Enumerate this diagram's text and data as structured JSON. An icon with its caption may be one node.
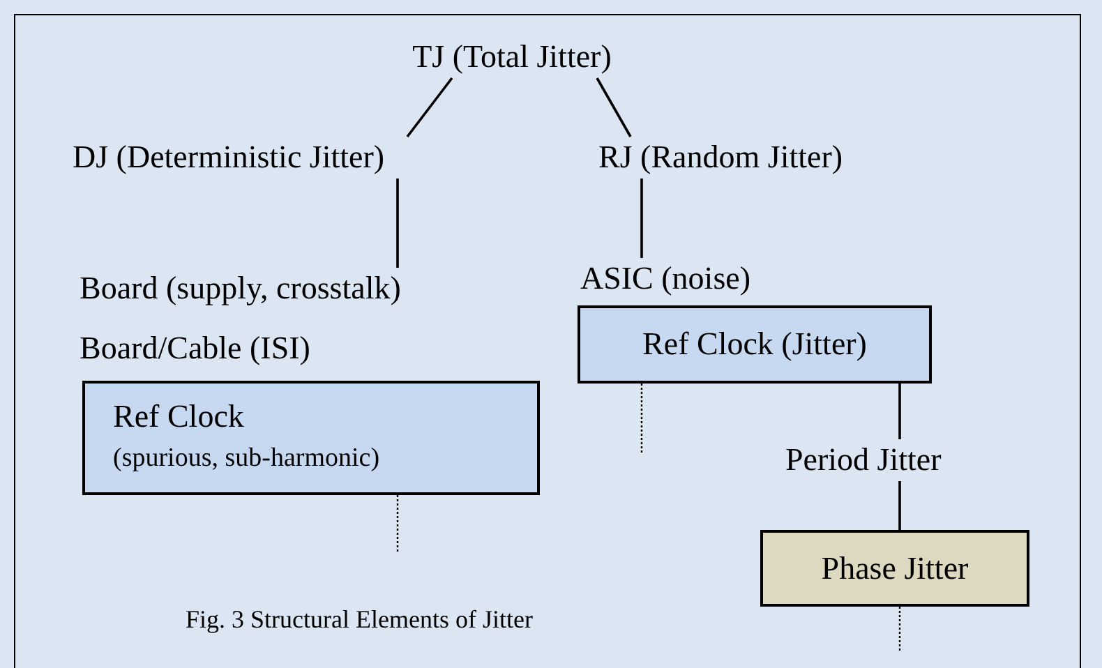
{
  "diagram": {
    "caption": "Fig. 3 Structural Elements of Jitter",
    "nodes": [
      {
        "text": [
          "TJ (Total Jitter)"
        ]
      },
      {
        "text": [
          "DJ (Deterministic Jitter)"
        ]
      },
      {
        "text": [
          "RJ (Random Jitter)"
        ]
      },
      {
        "text": [
          "Board (supply, crosstalk)"
        ]
      },
      {
        "text": [
          "Board/Cable (ISI)"
        ]
      },
      {
        "text": [
          "Ref Clock",
          "(spurious, sub-harmonic)"
        ]
      },
      {
        "text": [
          "ASIC (noise)"
        ]
      },
      {
        "text": [
          "Ref Clock (Jitter)"
        ]
      },
      {
        "text": [
          "Period Jitter"
        ]
      },
      {
        "text": [
          "Phase Jitter"
        ]
      }
    ],
    "edges": [
      {
        "from": 0,
        "to": 1,
        "arrow": "none"
      },
      {
        "from": 0,
        "to": 2,
        "arrow": "none"
      },
      {
        "from": 1,
        "to": 3,
        "arrow": "none"
      },
      {
        "from": 2,
        "to": 6,
        "arrow": "none"
      },
      {
        "from": 7,
        "to": 8,
        "arrow": "none"
      },
      {
        "from": 8,
        "to": 9,
        "arrow": "none"
      },
      {
        "from": 5,
        "to": null,
        "arrow": "none",
        "style": "dashed"
      },
      {
        "from": 7,
        "to": null,
        "arrow": "none",
        "style": "dashed"
      },
      {
        "from": 9,
        "to": null,
        "arrow": "none",
        "style": "dashed"
      }
    ]
  }
}
